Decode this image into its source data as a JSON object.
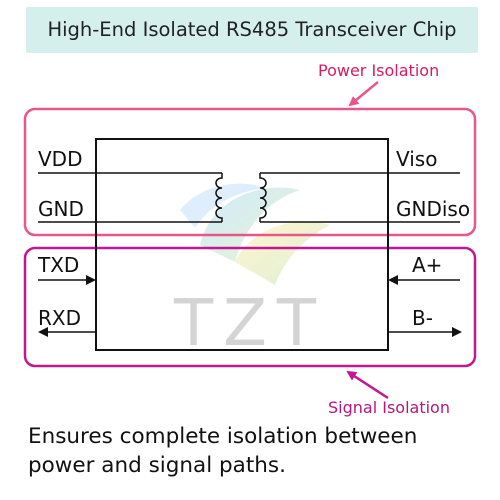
{
  "title": "High-End Isolated RS485 Transceiver Chip",
  "labels": {
    "power_isolation": "Power Isolation",
    "signal_isolation": "Signal Isolation"
  },
  "pins": {
    "vdd": "VDD",
    "gnd": "GND",
    "viso": "Viso",
    "gndiso": "GNDiso",
    "txd": "TXD",
    "rxd": "RXD",
    "a_plus": "A+",
    "b_minus": "B-"
  },
  "watermark": "TZT",
  "footer": "Ensures complete isolation between power and signal paths.",
  "colors": {
    "power_box": "#e8578a",
    "signal_box": "#c2188f",
    "label_text": "#d81b60",
    "title_bg": "#d5f0ec"
  }
}
